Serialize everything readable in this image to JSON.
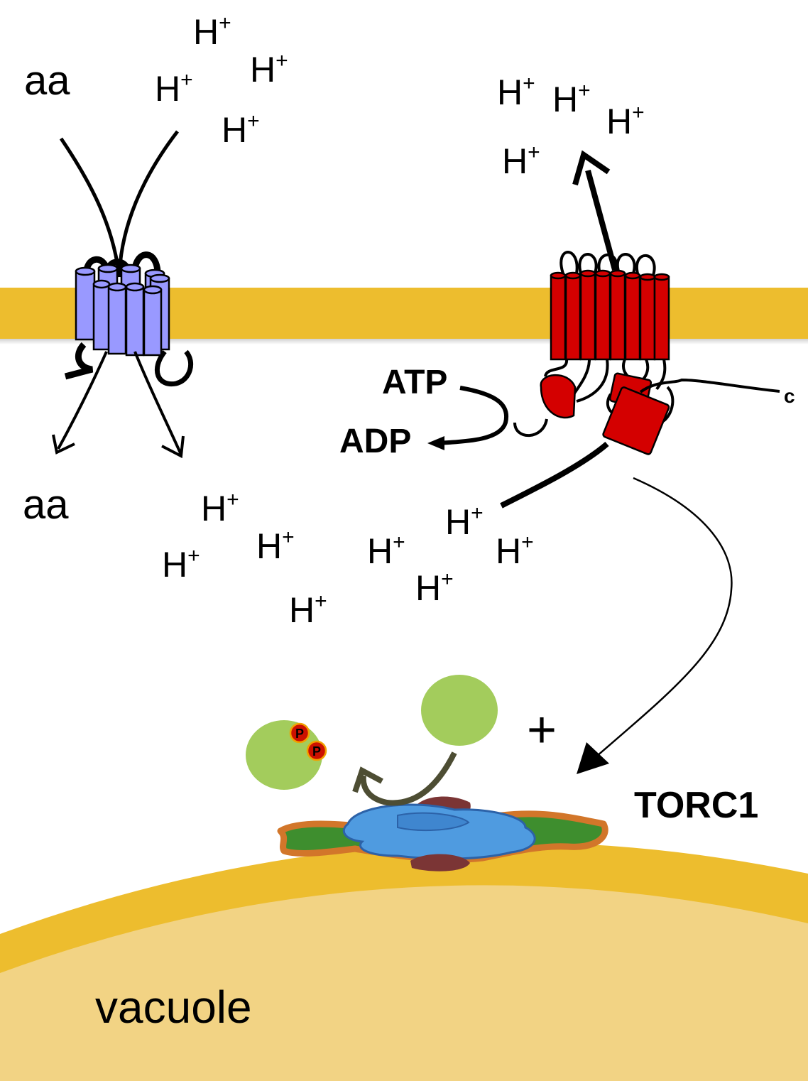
{
  "labels": {
    "aa_top": "aa",
    "aa_bottom": "aa",
    "atp": "ATP",
    "adp": "ADP",
    "c_term": "c",
    "plus": "+",
    "torc1": "TORC1",
    "vacuole": "vacuole",
    "phospho": "P",
    "proton_base": "H",
    "proton_charge": "+"
  },
  "colors": {
    "membrane": "#EDBD2E",
    "vacuole_fill": "#F2D384",
    "transporter": "#9999FF",
    "pma1": "#D40000",
    "substrate": "#A3CC5C",
    "phospho_badge": "#CC1100",
    "torc1_blue": "#4F9BE0",
    "torc1_orange": "#D2762A",
    "torc1_green": "#3E8E2E",
    "torc1_maroon": "#7B3535"
  }
}
